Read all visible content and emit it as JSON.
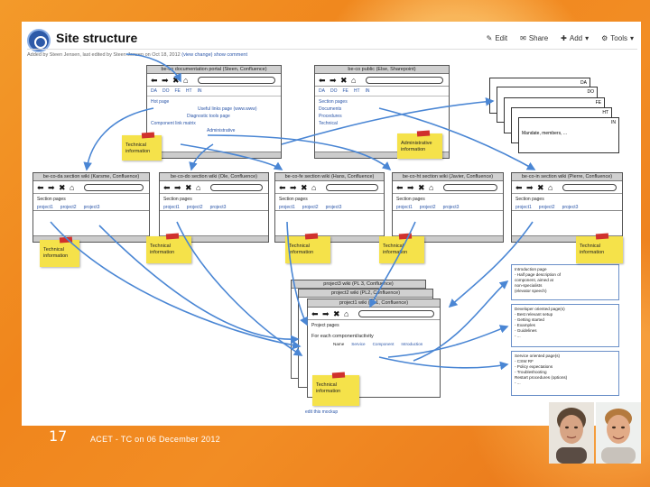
{
  "wiki": {
    "title": "Site structure",
    "toolbar": [
      "Edit",
      "Share",
      "Add",
      "Tools"
    ],
    "meta_prefix": "Added by Steen Jensen, last edited by Steen Jensen on Oct 18, 2012",
    "meta_links": "(view change) show comment"
  },
  "mockups": {
    "portal": {
      "title": "be-co documentation portal (Steen, Confluence)",
      "tabs": [
        "DA",
        "DO",
        "FE",
        "HT",
        "IN"
      ],
      "links": [
        "Hot page",
        "Useful links page (www.www)",
        "Diagnostic tools page",
        "Component link matrix",
        "Administrative"
      ]
    },
    "public": {
      "title": "be-co public (Else, Sharepoint)",
      "tabs": [
        "DA",
        "DO",
        "FE",
        "HT",
        "IN"
      ],
      "links": [
        "Section pages",
        "Documents",
        "Procedures",
        "Technical"
      ]
    },
    "sections": [
      {
        "title": "be-co-da section wiki (Karsme, Confluence)",
        "label": "Section pages",
        "projects": [
          "project1",
          "project2",
          "project3"
        ]
      },
      {
        "title": "be-co-do section wiki (Ole, Confluence)",
        "label": "Section pages",
        "projects": [
          "project1",
          "project2",
          "project3"
        ]
      },
      {
        "title": "be-co-fe section wiki (Hans, Confluence)",
        "label": "Section pages",
        "projects": [
          "project1",
          "project2",
          "project3"
        ]
      },
      {
        "title": "be-co-ht section wiki (Javier, Confluence)",
        "label": "Section pages",
        "projects": [
          "project1",
          "project2",
          "project3"
        ]
      },
      {
        "title": "be-co-in section wiki (Pierre, Confluence)",
        "label": "Section pages",
        "projects": [
          "project1",
          "project2",
          "project3"
        ]
      }
    ],
    "projects": {
      "titles": [
        "project3 wiki (PL 3, Confluence)",
        "project2 wiki (PL2, Confluence)",
        "project1 wiki (PL1, Confluence)"
      ],
      "label": "Project pages",
      "sub": "For each component/activity",
      "cols": [
        "Name",
        "Service",
        "Component",
        "Introduction"
      ]
    },
    "edit_link": "edit this mockup"
  },
  "stickies": {
    "tech": "Technical information",
    "admin": "Administrative information"
  },
  "cards": [
    "DA",
    "DO",
    "FE",
    "HT",
    "IN"
  ],
  "cards_body": "Mandate, members, ...",
  "notes": [
    {
      "title": "Introduction page",
      "lines": [
        "- Half page description of",
        "  component, aimed at",
        "  non-specialists",
        "  (elevator speech)"
      ]
    },
    {
      "title": "Developer oriented page(s)",
      "lines": [
        "- Best relevant setup",
        "- Getting started",
        "- Examples",
        "- Guidelines",
        "- ..."
      ]
    },
    {
      "title": "Service oriented page(s)",
      "lines": [
        "- CSW RF",
        "- Policy expectations",
        "- Troubleshooting",
        "  Restart procedures (options)",
        "- ..."
      ]
    }
  ],
  "footer": {
    "slide_number": "17",
    "text": "ACET - TC on 06 December 2012"
  }
}
